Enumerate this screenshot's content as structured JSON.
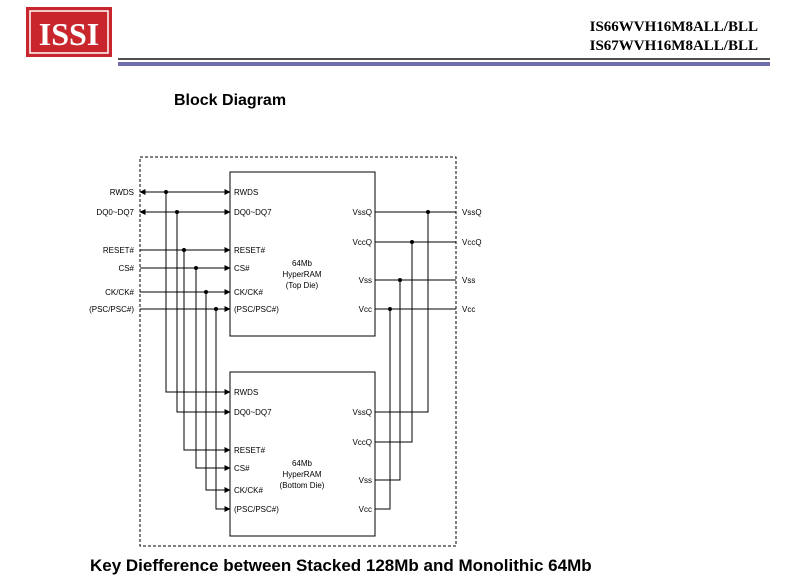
{
  "header": {
    "logo_text": "ISSI",
    "part_line_1": "IS66WVH16M8ALL/BLL",
    "part_line_2": "IS67WVH16M8ALL/BLL"
  },
  "section_title": "Block Diagram",
  "diagram": {
    "left_signals": [
      "RWDS",
      "DQ0~DQ7",
      "RESET#",
      "CS#",
      "CK/CK#",
      "(PSC/PSC#)"
    ],
    "right_signals": [
      "VssQ",
      "VccQ",
      "Vss",
      "Vcc"
    ],
    "top_die": {
      "pins_left": [
        "RWDS",
        "DQ0~DQ7",
        "RESET#",
        "CS#",
        "CK/CK#",
        "(PSC/PSC#)"
      ],
      "pins_right": [
        "VssQ",
        "VccQ",
        "Vss",
        "Vcc"
      ],
      "label_1": "64Mb",
      "label_2": "HyperRAM",
      "label_3": "(Top Die)"
    },
    "bottom_die": {
      "pins_left": [
        "RWDS",
        "DQ0~DQ7",
        "RESET#",
        "CS#",
        "CK/CK#",
        "(PSC/PSC#)"
      ],
      "pins_right": [
        "VssQ",
        "VccQ",
        "Vss",
        "Vcc"
      ],
      "label_1": "64Mb",
      "label_2": "HyperRAM",
      "label_3": "(Bottom Die)"
    }
  },
  "footer_title": "Key Diefference between Stacked 128Mb and Monolithic 64Mb"
}
